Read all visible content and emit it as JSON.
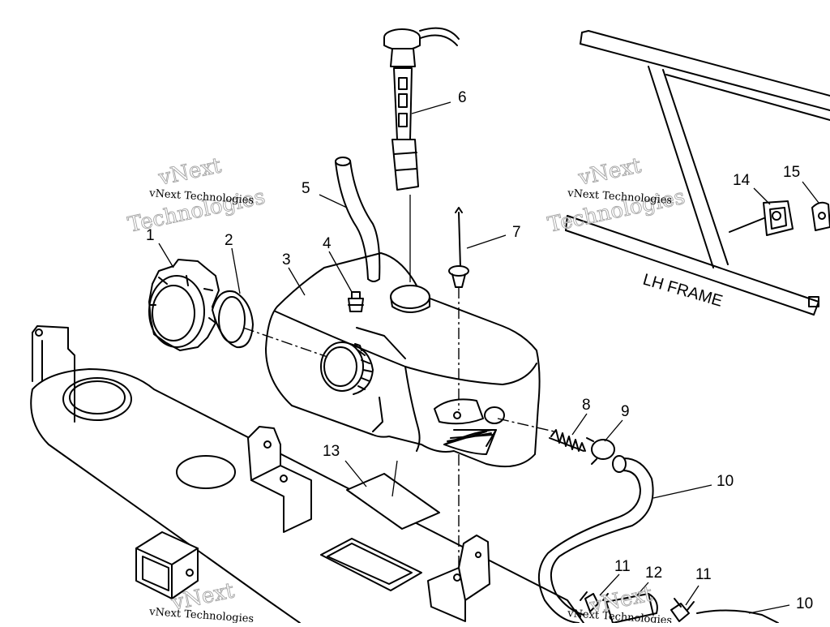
{
  "frame_label": "LH FRAME",
  "callouts": [
    "1",
    "2",
    "3",
    "4",
    "5",
    "6",
    "7",
    "8",
    "9",
    "10",
    "10",
    "11",
    "11",
    "12",
    "13",
    "14",
    "15"
  ],
  "watermark": {
    "text": "vNext Technologies",
    "large_line1": "vNext",
    "large_line2": "Technologies"
  }
}
